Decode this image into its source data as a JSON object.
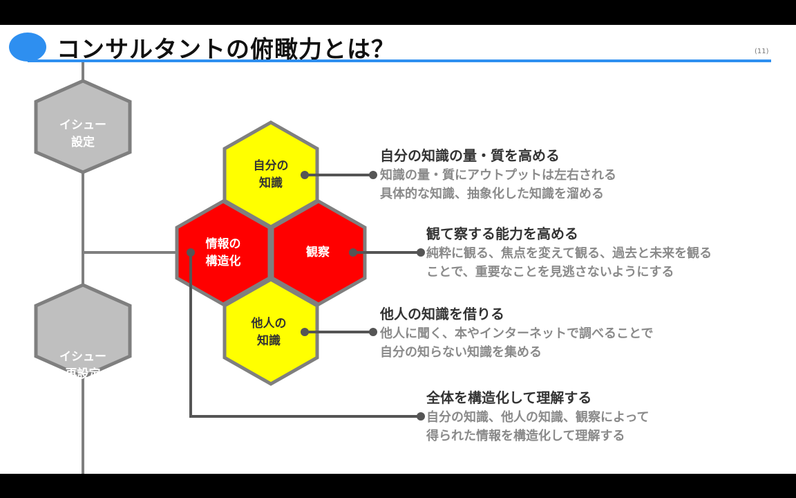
{
  "slide": {
    "title": "コンサルタントの俯瞰力とは？",
    "page_number": "(11)",
    "accent_color": "#2e8ff0"
  },
  "process": [
    {
      "line1": "イシュー",
      "line2": "設定"
    },
    {
      "line1": "イシュー",
      "line2": "再設定"
    }
  ],
  "hexagons": {
    "own_knowledge": {
      "line1": "自分の",
      "line2": "知識",
      "color": "#ffff00"
    },
    "structuring": {
      "line1": "情報の",
      "line2": "構造化",
      "color": "#ff0000"
    },
    "observation": {
      "line1": "観察",
      "color": "#ff0000"
    },
    "others_knowledge": {
      "line1": "他人の",
      "line2": "知識",
      "color": "#ffff00"
    }
  },
  "descriptions": [
    {
      "heading": "自分の知識の量・質を高める",
      "lines": [
        "知識の量・質にアウトプットは左右される",
        "具体的な知識、抽象化した知識を溜める"
      ]
    },
    {
      "heading": "観て察する能力を高める",
      "lines": [
        "純粋に観る、焦点を変えて観る、過去と未来を観る",
        "ことで、重要なことを見逃さないようにする"
      ]
    },
    {
      "heading": "他人の知識を借りる",
      "lines": [
        "他人に聞く、本やインターネットで調べることで",
        "自分の知らない知識を集める"
      ]
    },
    {
      "heading": "全体を構造化して理解する",
      "lines": [
        "自分の知識、他人の知識、観察によって",
        "得られた情報を構造化して理解する"
      ]
    }
  ]
}
